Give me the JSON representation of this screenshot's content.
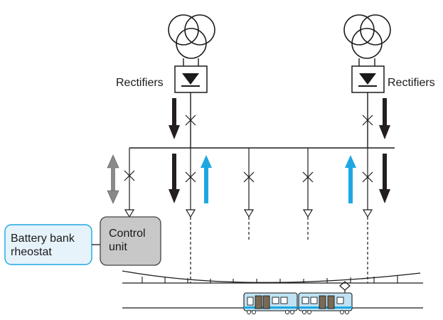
{
  "labels": {
    "rectifiers_left": "Rectifiers",
    "rectifiers_right": "Rectifiers",
    "battery_line1": "Battery bank",
    "battery_line2": "rheostat",
    "control_line1": "Control",
    "control_line2": "unit"
  },
  "colors": {
    "line": "#1a1a1a",
    "down_arrow": "#231f20",
    "up_arrow": "#1ea7e1",
    "bidirectional_arrow": "#8a8a8a",
    "battery_box_fill": "#e6f3fb",
    "battery_box_stroke": "#1ea7e1",
    "control_box_fill": "#c8c8c8",
    "train_body": "#bfe3f5",
    "train_stripe": "#1ea7e1"
  },
  "icons": [
    "transformer-icon",
    "rectifier-diode-icon",
    "breaker-x-icon",
    "fuse-triangle-icon",
    "train-icon",
    "pantograph-icon"
  ]
}
